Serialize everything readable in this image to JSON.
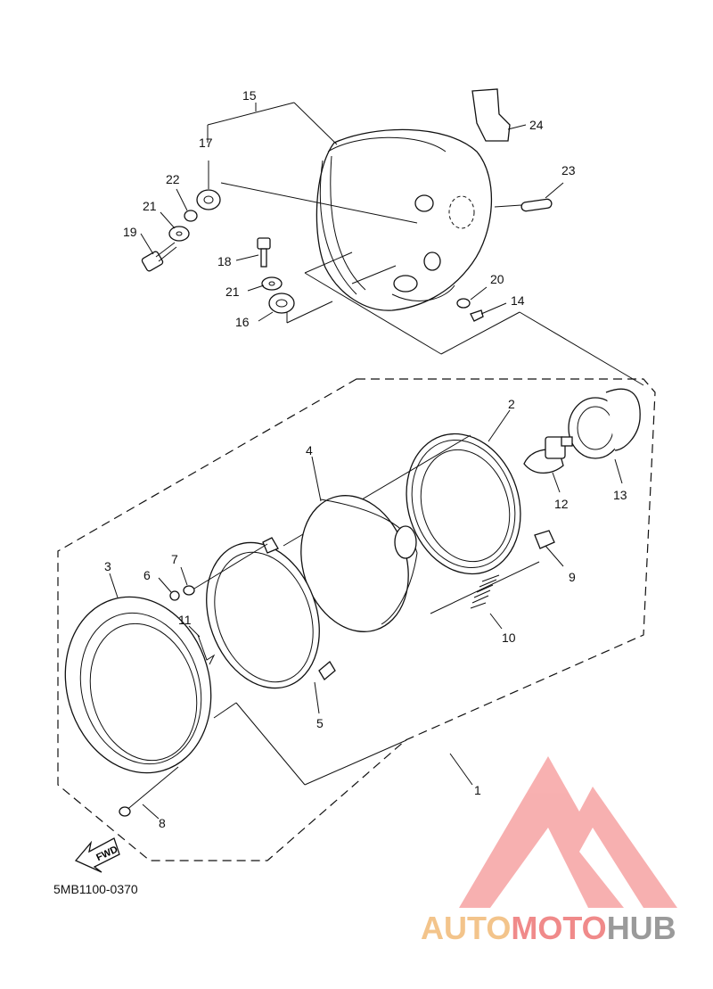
{
  "diagram": {
    "code": "5MB1100-0370",
    "fwd_label": "FWD",
    "part_numbers": [
      "1",
      "2",
      "3",
      "4",
      "5",
      "6",
      "7",
      "8",
      "9",
      "10",
      "11",
      "12",
      "13",
      "14",
      "15",
      "16",
      "17",
      "18",
      "19",
      "20",
      "21",
      "21",
      "22",
      "23",
      "24"
    ]
  },
  "watermark": {
    "brand_part1": "AUTO",
    "brand_part2": "MOTO",
    "brand_part3": "HUB",
    "color_auto": "#f3c48b",
    "color_moto": "#f08a8a",
    "color_hub": "#9a9a9a"
  },
  "colors": {
    "line": "#111111",
    "logo": "#f7a8a8"
  }
}
